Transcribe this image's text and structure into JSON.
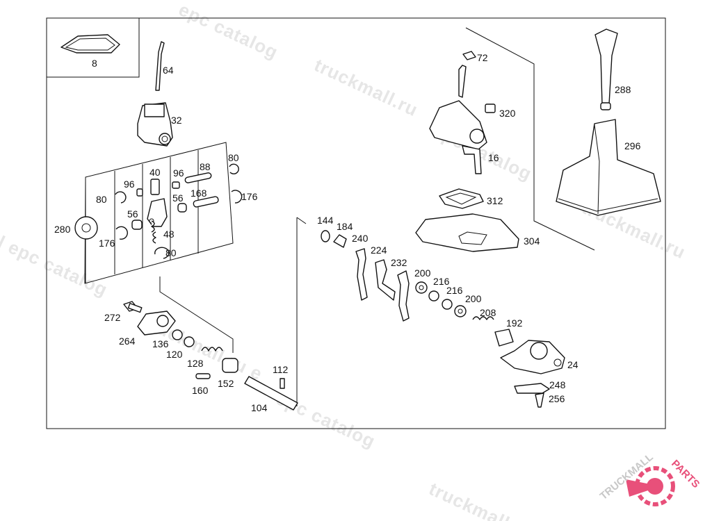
{
  "watermark_text": "truckmall.ru epc catalog",
  "watermark_fragments": [
    "epc catalog",
    "truckmall.ru",
    "epc catalog",
    "truckmall.ru",
    "l epc catalog",
    "truckmall.ru e",
    "epc catalog",
    "truckmall.r"
  ],
  "logo": {
    "text_left": "TRUCKMALL",
    "text_right": "PARTS",
    "color_left": "#c8c8c8",
    "color_right": "#e8507a"
  },
  "colors": {
    "line": "#111111",
    "watermark": "#e6e6e6",
    "accent": "#e8507a"
  },
  "inset_label": "8",
  "part_labels": {
    "p64": "64",
    "p32": "32",
    "p80a": "80",
    "p96a": "96",
    "p40": "40",
    "p96b": "96",
    "p88": "88",
    "p80b": "80",
    "p168": "168",
    "p176a": "176",
    "p56a": "56",
    "p56b": "56",
    "p280": "280",
    "p176b": "176",
    "p48": "48",
    "p80c": "80",
    "p272": "272",
    "p264": "264",
    "p136": "136",
    "p120": "120",
    "p128": "128",
    "p152": "152",
    "p160": "160",
    "p112": "112",
    "p104": "104",
    "p144": "144",
    "p184": "184",
    "p240": "240",
    "p224": "224",
    "p232": "232",
    "p200a": "200",
    "p216a": "216",
    "p216b": "216",
    "p200b": "200",
    "p208": "208",
    "p192": "192",
    "p24": "24",
    "p248": "248",
    "p256": "256",
    "p72": "72",
    "p320": "320",
    "p16": "16",
    "p312": "312",
    "p304": "304",
    "p288": "288",
    "p296": "296"
  }
}
